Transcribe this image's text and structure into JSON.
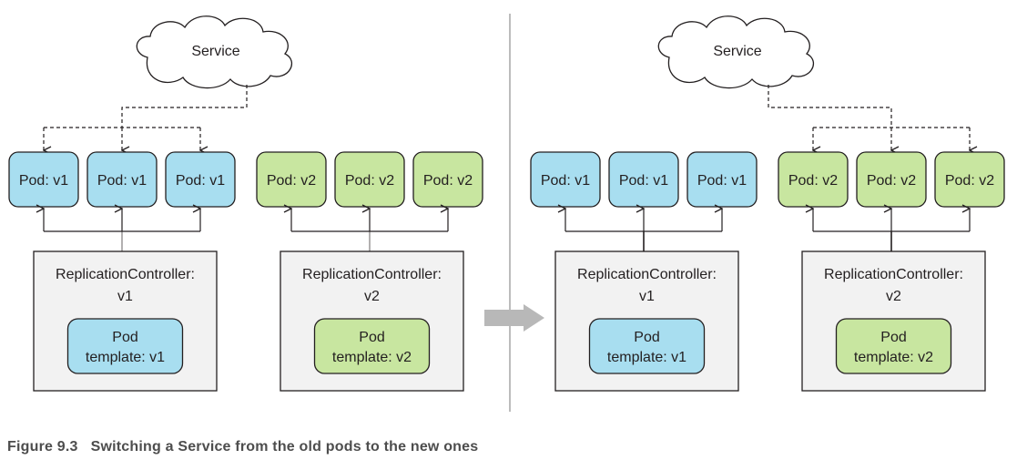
{
  "colors": {
    "pod_v1": "#a8def0",
    "pod_v2": "#c8e6a0",
    "rc_fill": "#f2f2f2",
    "stroke": "#231f20",
    "arrow_gray": "#a6a6a6"
  },
  "panels": [
    {
      "service_label": "Service",
      "service_targets": "v1",
      "pods": [
        {
          "label": "Pod: v1",
          "version": "v1"
        },
        {
          "label": "Pod: v1",
          "version": "v1"
        },
        {
          "label": "Pod: v1",
          "version": "v1"
        },
        {
          "label": "Pod: v2",
          "version": "v2"
        },
        {
          "label": "Pod: v2",
          "version": "v2"
        },
        {
          "label": "Pod: v2",
          "version": "v2"
        }
      ],
      "controllers": [
        {
          "title": "ReplicationController:",
          "version": "v1",
          "template_line1": "Pod",
          "template_line2": "template: v1",
          "template_version": "v1"
        },
        {
          "title": "ReplicationController:",
          "version": "v2",
          "template_line1": "Pod",
          "template_line2": "template: v2",
          "template_version": "v2"
        }
      ]
    },
    {
      "service_label": "Service",
      "service_targets": "v2",
      "pods": [
        {
          "label": "Pod: v1",
          "version": "v1"
        },
        {
          "label": "Pod: v1",
          "version": "v1"
        },
        {
          "label": "Pod: v1",
          "version": "v1"
        },
        {
          "label": "Pod: v2",
          "version": "v2"
        },
        {
          "label": "Pod: v2",
          "version": "v2"
        },
        {
          "label": "Pod: v2",
          "version": "v2"
        }
      ],
      "controllers": [
        {
          "title": "ReplicationController:",
          "version": "v1",
          "template_line1": "Pod",
          "template_line2": "template: v1",
          "template_version": "v1"
        },
        {
          "title": "ReplicationController:",
          "version": "v2",
          "template_line1": "Pod",
          "template_line2": "template: v2",
          "template_version": "v2"
        }
      ]
    }
  ],
  "caption": {
    "figure_number": "Figure 9.3",
    "text": "Switching a Service from the old pods to the new ones"
  }
}
